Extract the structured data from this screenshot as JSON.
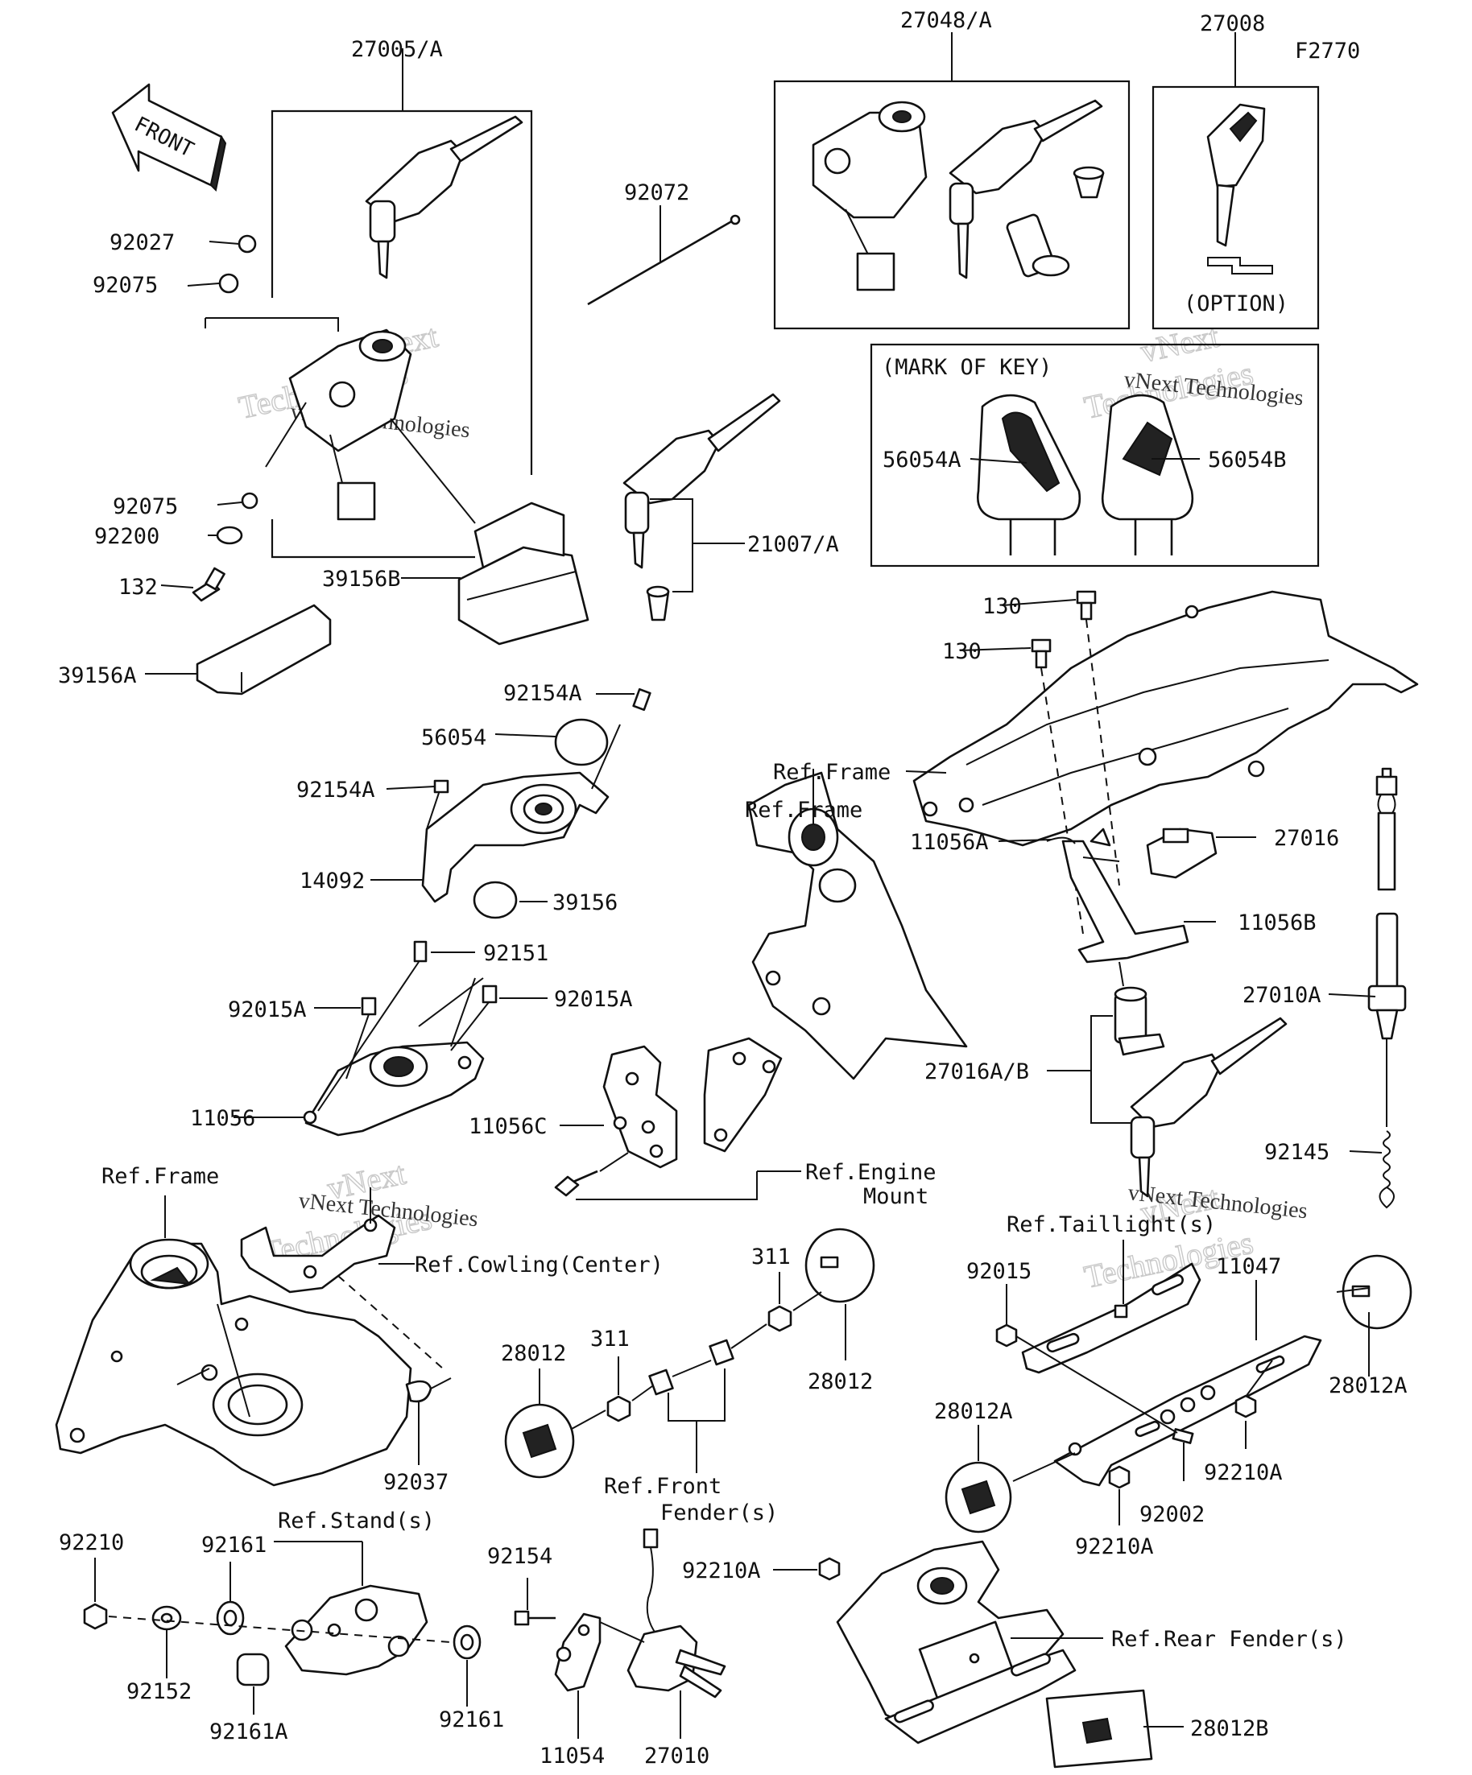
{
  "figure_code": "F2770",
  "front_marker": "FRONT",
  "watermark": {
    "line1": "vNext",
    "line2": "Technologies",
    "line3": "vNext Technologies"
  },
  "box_labels": {
    "option": "(OPTION)",
    "mark_of_key": "(MARK OF KEY)"
  },
  "parts": {
    "p27005A": "27005/A",
    "p27048A": "27048/A",
    "p27008": "27008",
    "p92072": "92072",
    "p92027": "92027",
    "p92075a": "92075",
    "p92075b": "92075",
    "p92200": "92200",
    "p132": "132",
    "p39156B": "39156B",
    "p39156A": "39156A",
    "p21007A": "21007/A",
    "p56054A": "56054A",
    "p56054B": "56054B",
    "p130a": "130",
    "p130b": "130",
    "p92154A_top": "92154A",
    "p56054": "56054",
    "p92154A_left": "92154A",
    "p14092": "14092",
    "p39156": "39156",
    "p92151": "92151",
    "p92015A_left": "92015A",
    "p92015A_right": "92015A",
    "p11056": "11056",
    "p11056C": "11056C",
    "p11056A": "11056A",
    "p11056B": "11056B",
    "p27016": "27016",
    "p27016AB": "27016A/B",
    "p27010A": "27010A",
    "p92145": "92145",
    "p92015": "92015",
    "p11047": "11047",
    "p28012A_right": "28012A",
    "p28012A_left": "28012A",
    "p92210A_a": "92210A",
    "p92210A_b": "92210A",
    "p92210A_c": "92210A",
    "p92002": "92002",
    "p28012_left": "28012",
    "p28012_right": "28012",
    "p311a": "311",
    "p311b": "311",
    "p92037": "92037",
    "p92210": "92210",
    "p92161a": "92161",
    "p92161b": "92161",
    "p92152": "92152",
    "p92161A": "92161A",
    "p92154": "92154",
    "p11054": "11054",
    "p27010": "27010",
    "p28012B": "28012B"
  },
  "refs": {
    "frame_top": "Ref.Frame",
    "frame_mid": "Ref.Frame",
    "frame_left": "Ref.Frame",
    "engine_mount_1": "Ref.Engine",
    "engine_mount_2": "Mount",
    "cowling": "Ref.Cowling(Center)",
    "taillight": "Ref.Taillight(s)",
    "front_fender_1": "Ref.Front",
    "front_fender_2": "Fender(s)",
    "stand": "Ref.Stand(s)",
    "rear_fender": "Ref.Rear Fender(s)"
  }
}
